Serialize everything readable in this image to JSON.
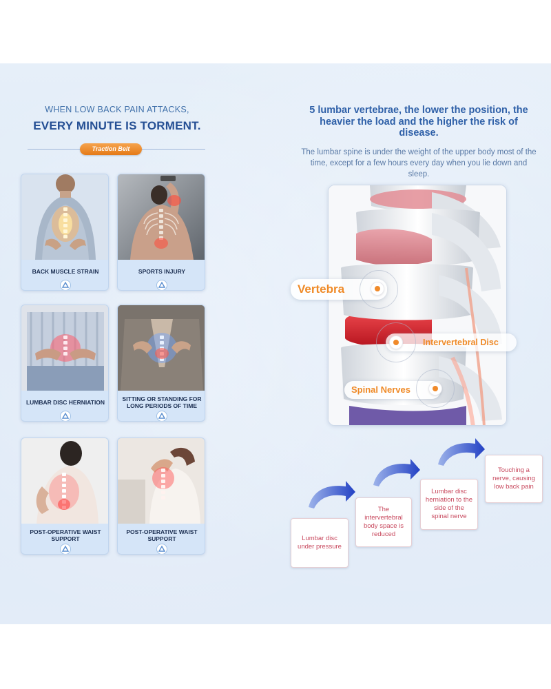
{
  "left": {
    "heading_line1": "WHEN LOW BACK PAIN ATTACKS,",
    "heading_line2": "EVERY MINUTE IS TORMENT.",
    "tag": "Traction Belt",
    "cards": [
      {
        "label": "BACK MUSCLE STRAIN"
      },
      {
        "label": "SPORTS INJURY"
      },
      {
        "label": "LUMBAR DISC HERNIATION"
      },
      {
        "label": "SITTING OR STANDING FOR LONG PERIODS OF TIME"
      },
      {
        "label": "POST-OPERATIVE WAIST SUPPORT"
      },
      {
        "label": "POST-OPERATIVE WAIST SUPPORT"
      }
    ]
  },
  "right": {
    "title": "5 lumbar vertebrae, the lower the position, the heavier the load and the higher the risk of disease.",
    "subtitle": "The lumbar spine is under the weight of the upper body most of the time, except for a few hours every day when you lie down and sleep.",
    "labels": {
      "vertebra": "Vertebra",
      "disc": "Intervertebral Disc",
      "nerves": "Spinal Nerves"
    },
    "steps": [
      "Lumbar disc under pressure",
      "The intervertebral body space is reduced",
      "Lumbar disc herniation to the side of the spinal nerve",
      "Touching a nerve, causing low back pain"
    ]
  },
  "colors": {
    "accent_orange": "#ef8a27",
    "title_blue": "#2f60a8",
    "step_text": "#c8495e",
    "arrow_blue": "#2a52c9"
  }
}
